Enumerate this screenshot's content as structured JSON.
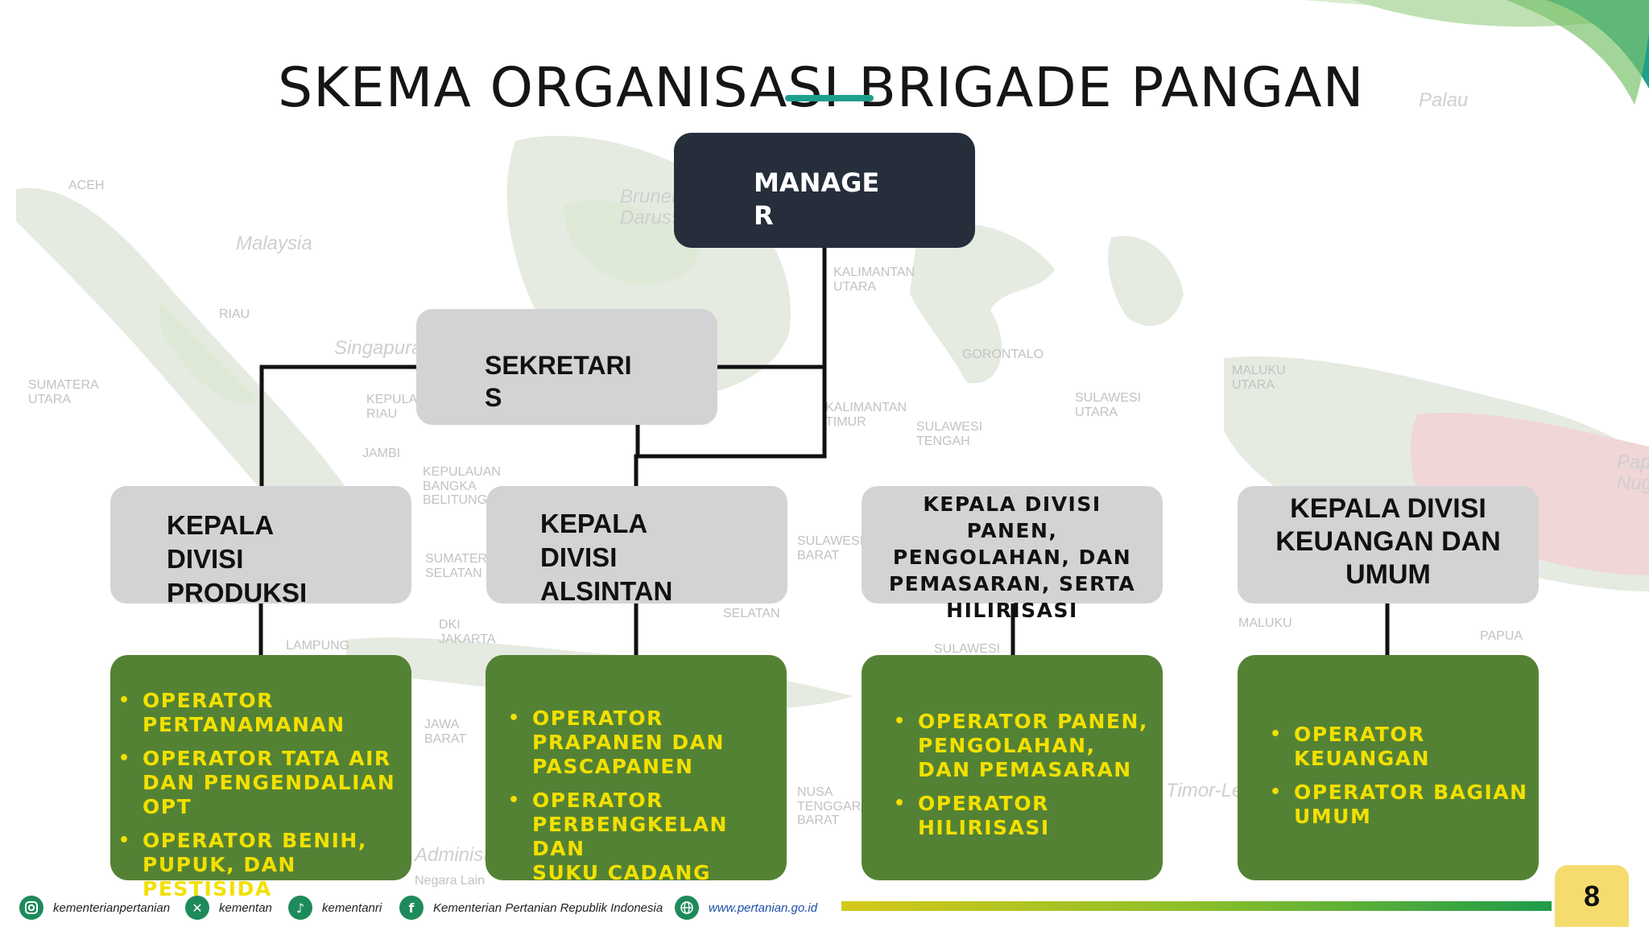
{
  "slide": {
    "title": "SKEMA ORGANISASI BRIGADE PANGAN",
    "page_number": "8"
  },
  "colors": {
    "manager_fill": "#262e3c",
    "head_fill": "#d3d3d5",
    "operator_fill": "#548235",
    "operator_text": "#f2e000",
    "accent_teal": "#1d9f8c",
    "page_badge": "#f6dc6e"
  },
  "map_labels": {
    "aceh": "ACEH",
    "malaysia": "Malaysia",
    "singapura": "Singapura",
    "riau": "RIAU",
    "kepulauan_riau": "KEPULAUAN\nRIAU",
    "sumatera_utara": "SUMATERA\nUTARA",
    "jambi": "JAMBI",
    "bangka": "KEPULAUAN\nBANGKA\nBELITUNG",
    "sumatera_selatan": "SUMATERA\nSELATAN",
    "lampung": "LAMPUNG",
    "dki": "DKI\nJAKARTA",
    "jawa_barat": "JAWA\nBARAT",
    "brunei": "Brunei\nDarussalam",
    "kalimantan_utara": "KALIMANTAN\nUTARA",
    "kalimantan_timur": "KALIMANTAN\nTIMUR",
    "sulawesi_barat": "SULAWESI\nBARAT",
    "selatan": "SELATAN",
    "gorontalo": "GORONTALO",
    "sulawesi_utara": "SULAWESI\nUTARA",
    "sulawesi_tengah": "SULAWESI\nTENGAH",
    "sulawesi": "SULAWESI",
    "maluku_utara": "MALUKU\nUTARA",
    "maluku": "MALUKU",
    "papua": "PAPUA",
    "palau": "Palau",
    "papua_nugini": "Papua\nNugini",
    "ntt": "NUSA\nTENGGARA\nBARAT",
    "timor_leste": "Timor-Leste",
    "administrasi": "Administrasi",
    "negara_lain": "Negara Lain"
  },
  "org": {
    "manager": "MANAGER",
    "sekretaris": "SEKRETARIS",
    "heads": [
      "KEPALA\n  DIVISI\n  PRODUKSI",
      "KEPALA\n  DIVISI\n  ALSINTAN",
      "KEPALA DIVISI\nPANEN,\nPENGOLAHAN, DAN\nPEMASARAN, SERTA\nHILIRISASI",
      "KEPALA DIVISI\nKEUANGAN DAN\nUMUM"
    ],
    "operators": [
      [
        "OPERATOR\nPERTANAMANAN",
        "OPERATOR TATA AIR\nDAN PENGENDALIAN\nOPT",
        "OPERATOR BENIH,\nPUPUK, DAN\nPESTISIDA"
      ],
      [
        "OPERATOR\nPRAPANEN  DAN\nPASCAPANEN",
        "OPERATOR\nPERBENGKELAN DAN\n SUKU CADANG"
      ],
      [
        "OPERATOR PANEN,\nPENGOLAHAN,\nDAN  PEMASARAN",
        "OPERATOR\nHILIRISASI"
      ],
      [
        "OPERATOR KEUANGAN",
        "OPERATOR BAGIAN\n UMUM"
      ]
    ]
  },
  "footer": {
    "instagram": "kementerianpertanian",
    "x": "kementan",
    "tiktok": "kementanri",
    "facebook": "Kementerian Pertanian Republik Indonesia",
    "web": "www.pertanian.go.id"
  }
}
